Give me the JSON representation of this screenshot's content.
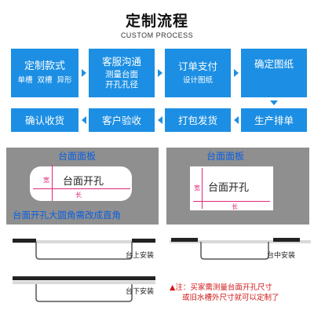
{
  "header": {
    "title": "定制流程",
    "subtitle": "CUSTOM PROCESS"
  },
  "steps": [
    {
      "label": "定制款式",
      "sub": "单槽  双槽  异形"
    },
    {
      "label": "客服沟通",
      "sub": "测量台面\n开孔孔径"
    },
    {
      "label": "订单支付",
      "sub": "设计图纸"
    },
    {
      "label": "确定图纸",
      "sub": ""
    },
    {
      "label": "生产排单",
      "sub": ""
    },
    {
      "label": "打包发货",
      "sub": ""
    },
    {
      "label": "客户验收",
      "sub": ""
    },
    {
      "label": "确认收货",
      "sub": ""
    }
  ],
  "panel_left": {
    "label": "台面面板",
    "opening": "台面开孔",
    "width_label": "宽",
    "length_label": "长",
    "note": "台面开孔大圆角需改成直角"
  },
  "panel_right": {
    "label": "台面面板",
    "opening": "台面开孔",
    "width_label": "宽",
    "length_label": "长"
  },
  "install": [
    {
      "label": "台上安装"
    },
    {
      "label": "台中安装"
    },
    {
      "label": "台下安装"
    }
  ],
  "note": {
    "mark": "▲注：",
    "line1": "买家需测量台面开孔尺寸",
    "line2": "或旧水槽外尺寸就可以定制了"
  },
  "colors": {
    "box": "#1c8fe4",
    "panel": "#8f8f8f",
    "label_blue": "#0a5fe0",
    "dimension": "#e0287a",
    "note_red": "#d01818"
  }
}
